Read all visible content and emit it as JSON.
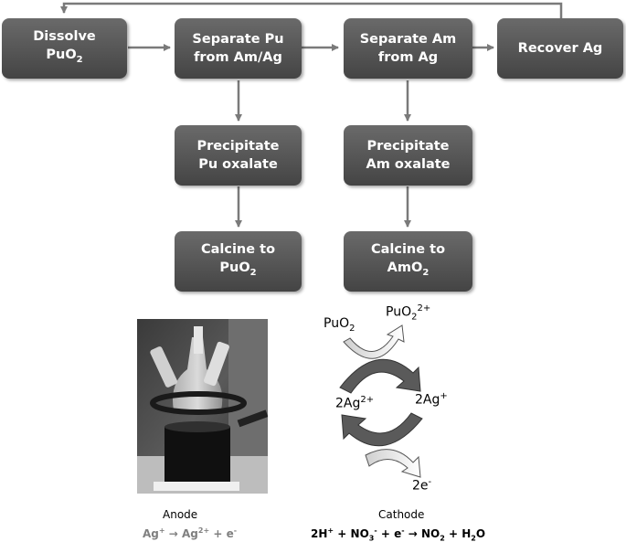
{
  "flow": {
    "dissolve": {
      "line1": "Dissolve",
      "line2": "PuO",
      "line2_sub": "2"
    },
    "separate_pu": {
      "line1": "Separate Pu",
      "line2": "from Am/Ag"
    },
    "separate_am": {
      "line1": "Separate Am",
      "line2": "from Ag"
    },
    "recover_ag": {
      "line1": "Recover Ag"
    },
    "precip_pu": {
      "line1": "Precipitate",
      "line2": "Pu oxalate"
    },
    "precip_am": {
      "line1": "Precipitate",
      "line2": "Am oxalate"
    },
    "calcine_pu": {
      "line1": "Calcine to",
      "line2": "PuO",
      "line2_sub": "2"
    },
    "calcine_am": {
      "line1": "Calcine to",
      "line2": "AmO",
      "line2_sub": "2"
    }
  },
  "cycle": {
    "puo2": {
      "base": "PuO",
      "sub": "2"
    },
    "puo2_ion": {
      "base": "PuO",
      "sub": "2",
      "sup": "2+"
    },
    "ag2": {
      "base": "2Ag",
      "sup": "2+"
    },
    "ag1": {
      "base": "2Ag",
      "sup": "+"
    },
    "electrons": {
      "base": "2e",
      "sup": "-"
    }
  },
  "labels": {
    "anode": "Anode",
    "cathode": "Cathode"
  },
  "equations": {
    "anode": {
      "p1": "Ag",
      "p1_sup": "+",
      "arrow": " → ",
      "p2": "Ag",
      "p2_sup": "2+",
      "p3": " + e",
      "p3_sup": "-"
    },
    "cathode": {
      "p1": "2H",
      "p1_sup": "+",
      "p2": " + NO",
      "p2_sub": "3",
      "p2_sup": "-",
      "p3": " + e",
      "p3_sup": "-",
      "arrow": " → ",
      "p4": "NO",
      "p4_sub": "2",
      "p5": " + H",
      "p5_sub": "2",
      "p6": "O"
    }
  },
  "colors": {
    "box": "#555555",
    "connector": "#7a7a7a",
    "anode_eq": "#808080",
    "cathode_eq": "#000000"
  }
}
